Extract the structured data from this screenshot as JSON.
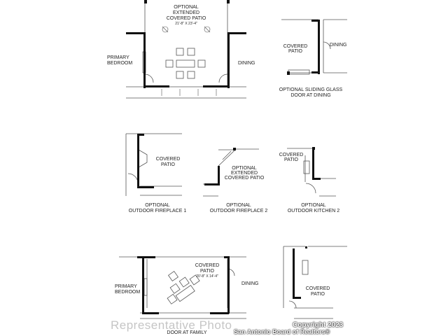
{
  "panels": {
    "extended_patio": {
      "title_1": "OPTIONAL",
      "title_2": "EXTENDED",
      "title_3": "COVERED PATIO",
      "dimension": "21'-8\" X 23'-4\"",
      "room_left_1": "PRIMARY",
      "room_left_2": "BEDROOM",
      "room_right": "DINING"
    },
    "sliding_glass_door": {
      "patio_1": "COVERED",
      "patio_2": "PATIO",
      "room": "DINING",
      "caption_1": "OPTIONAL SLIDING GLASS",
      "caption_2": "DOOR AT DINING"
    },
    "fireplace_1": {
      "patio_1": "COVERED",
      "patio_2": "PATIO",
      "caption_1": "OPTIONAL",
      "caption_2": "OUTDOOR FIREPLACE 1"
    },
    "fireplace_2": {
      "label_1": "OPTIONAL",
      "label_2": "EXTENDED",
      "label_3": "COVERED PATIO",
      "caption_1": "OPTIONAL",
      "caption_2": "OUTDOOR FIREPLACE 2"
    },
    "kitchen_2": {
      "patio_1": "COVERED",
      "patio_2": "PATIO",
      "caption_1": "OPTIONAL",
      "caption_2": "OUTDOOR KITCHEN 2"
    },
    "door_at_family": {
      "patio_1": "COVERED",
      "patio_2": "PATIO",
      "dimension": "20'-8\" X 14'-4\"",
      "room_left_1": "PRIMARY",
      "room_left_2": "BEDROOM",
      "room_right": "DINING",
      "caption_2": "DOOR AT FAMILY"
    },
    "bottom_right": {
      "patio_1": "COVERED",
      "patio_2": "PATIO"
    }
  },
  "watermarks": {
    "representative": "Representative Photo",
    "copyright": "Copyright 2023",
    "board": "San Antonio Board of Realtors®"
  }
}
